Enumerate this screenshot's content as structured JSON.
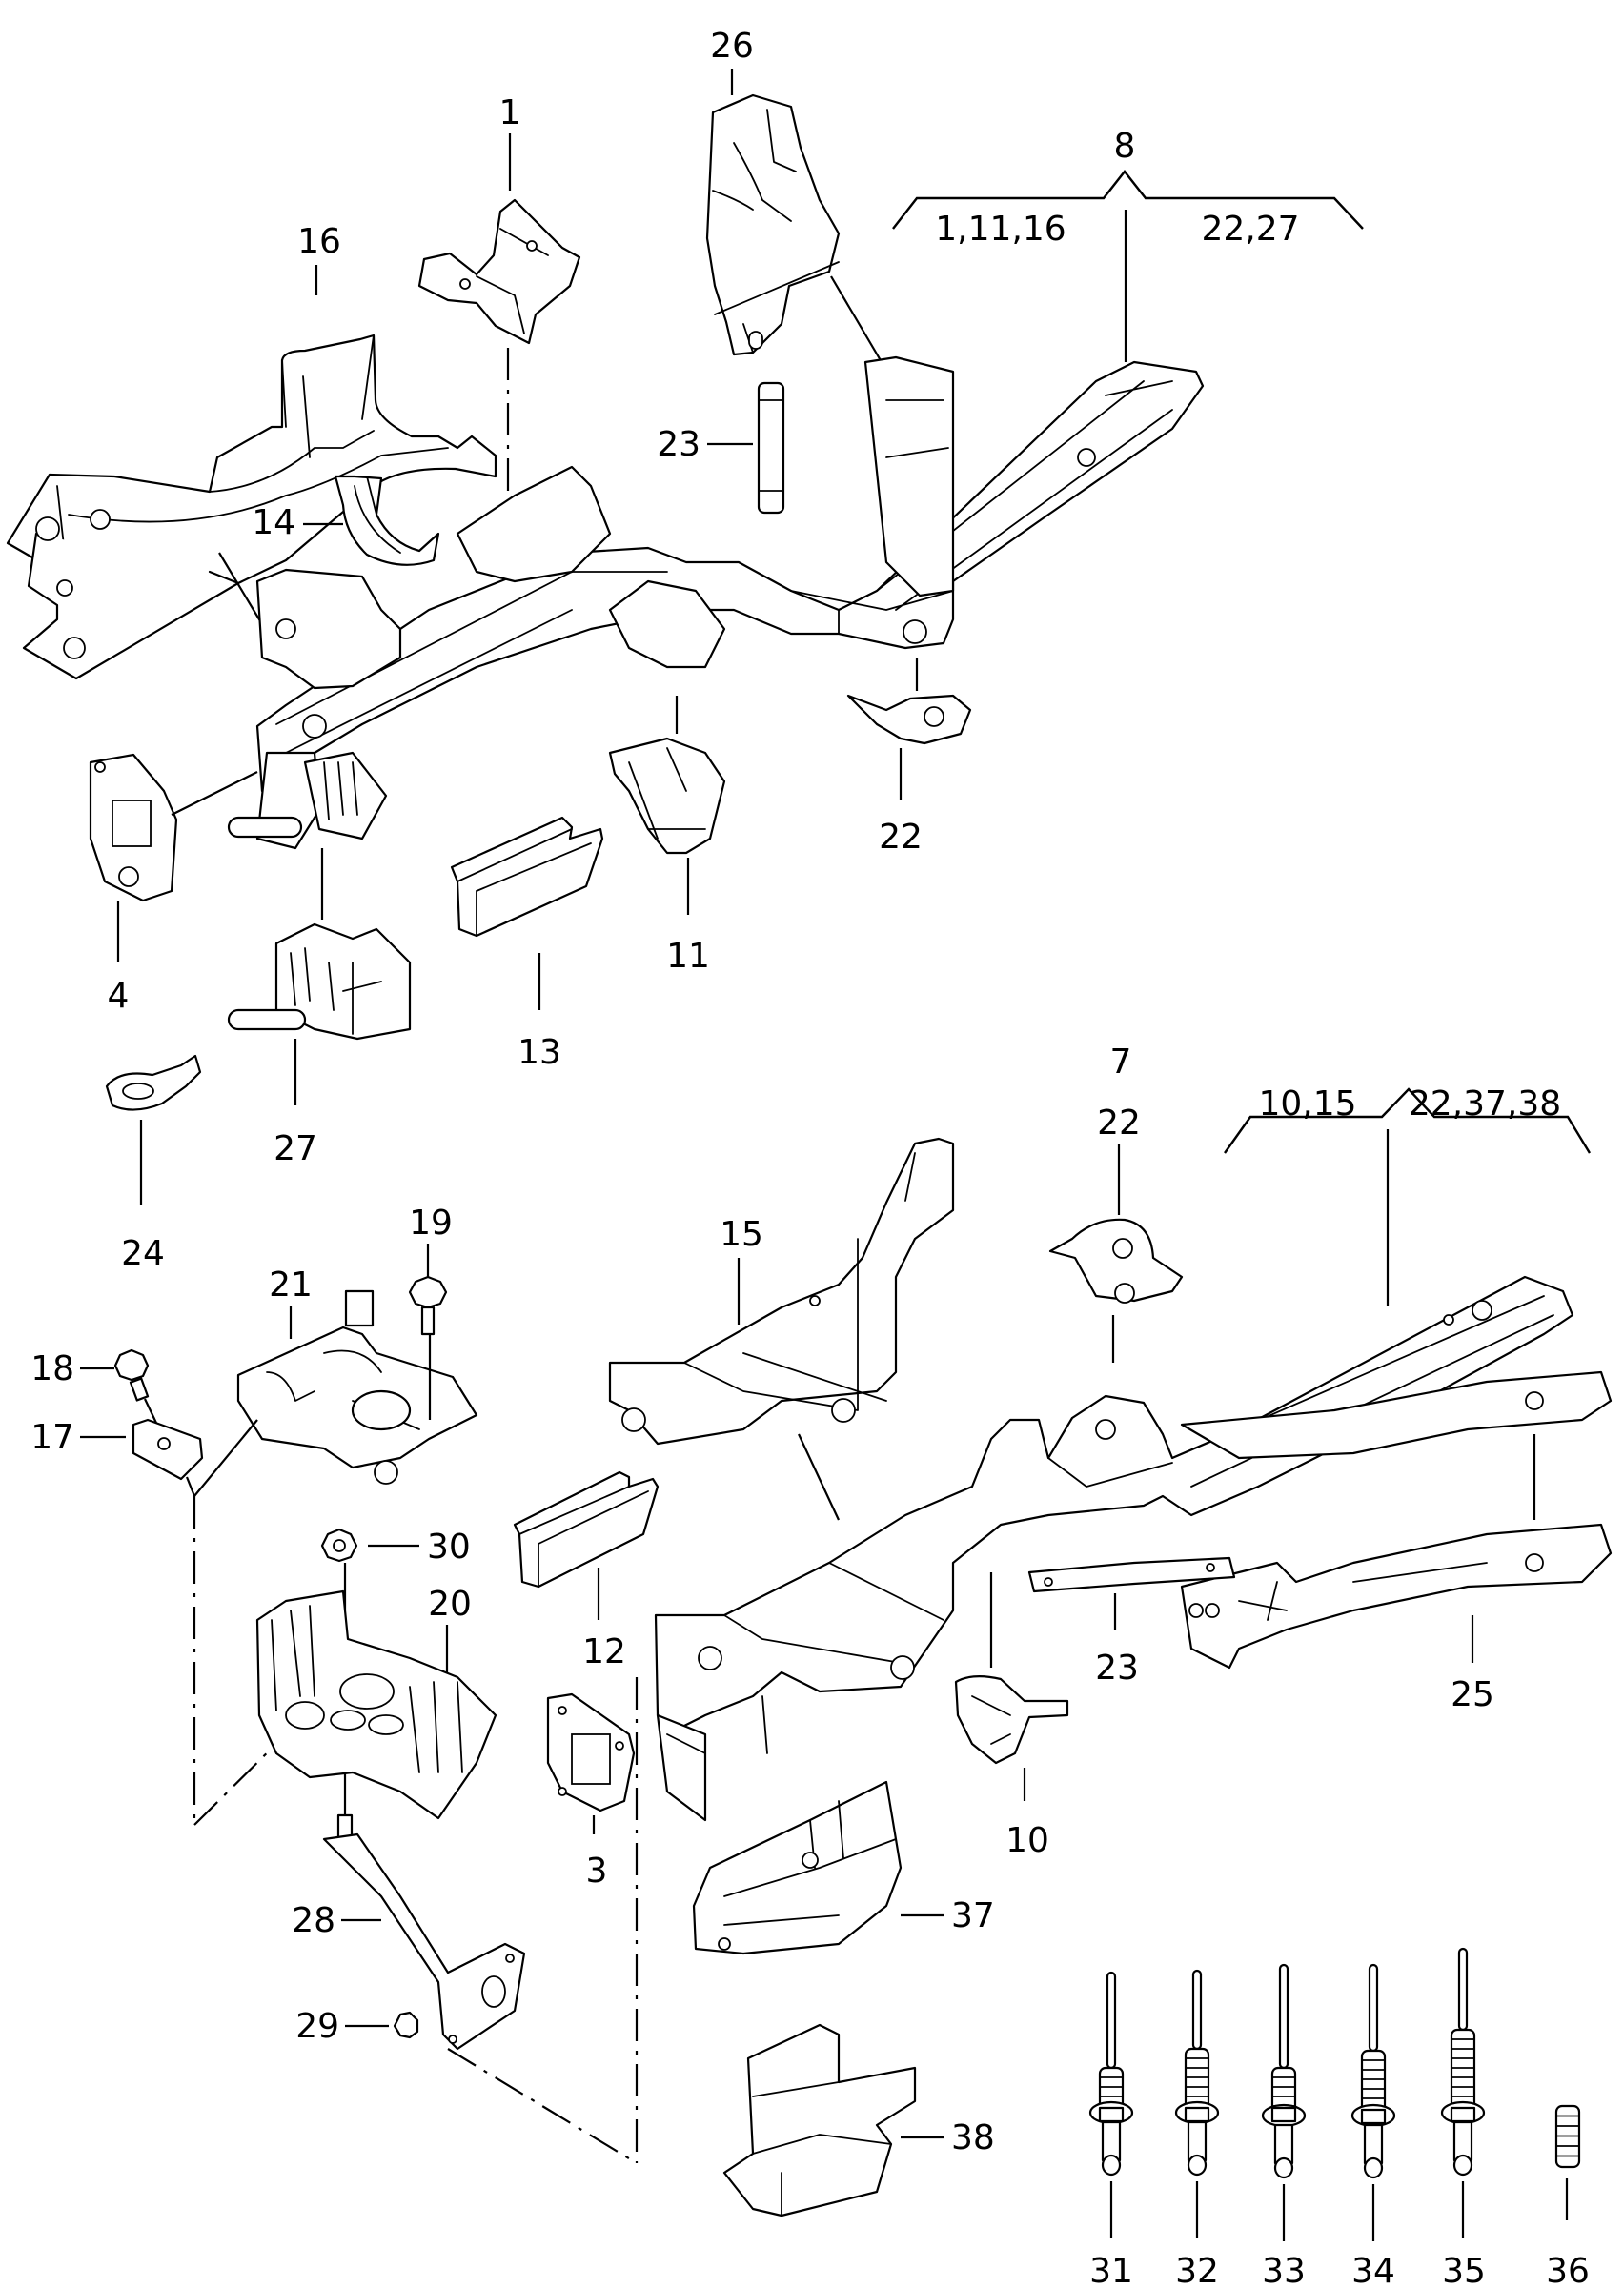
{
  "diagram": {
    "title": "Front frame / longitudinal member parts exploded view",
    "line_color": "#000000",
    "background": "#ffffff",
    "assemblies": [
      {
        "number": "8",
        "left_group": "1,11,16",
        "right_group": "22,27"
      },
      {
        "number": "7",
        "left_group": "10,15",
        "right_group": "22,37,38"
      }
    ],
    "callouts": {
      "p1": "1",
      "p3": "3",
      "p4": "4",
      "p10": "10",
      "p11": "11",
      "p12": "12",
      "p13": "13",
      "p14": "14",
      "p15": "15",
      "p16": "16",
      "p17": "17",
      "p18": "18",
      "p19": "19",
      "p20": "20",
      "p21": "21",
      "p22_top": "22",
      "p22_mid": "22",
      "p23_top": "23",
      "p23_mid": "23",
      "p24": "24",
      "p25": "25",
      "p26": "26",
      "p27": "27",
      "p28": "28",
      "p29": "29",
      "p30": "30",
      "p37": "37",
      "p38": "38",
      "p31": "31",
      "p32": "32",
      "p33": "33",
      "p34": "34",
      "p35": "35",
      "p36": "36"
    },
    "icons": {
      "rivet": "blind-rivet-icon",
      "bolt": "hex-bolt-icon",
      "nut": "hex-nut-icon",
      "stud": "threaded-stud-icon"
    }
  }
}
